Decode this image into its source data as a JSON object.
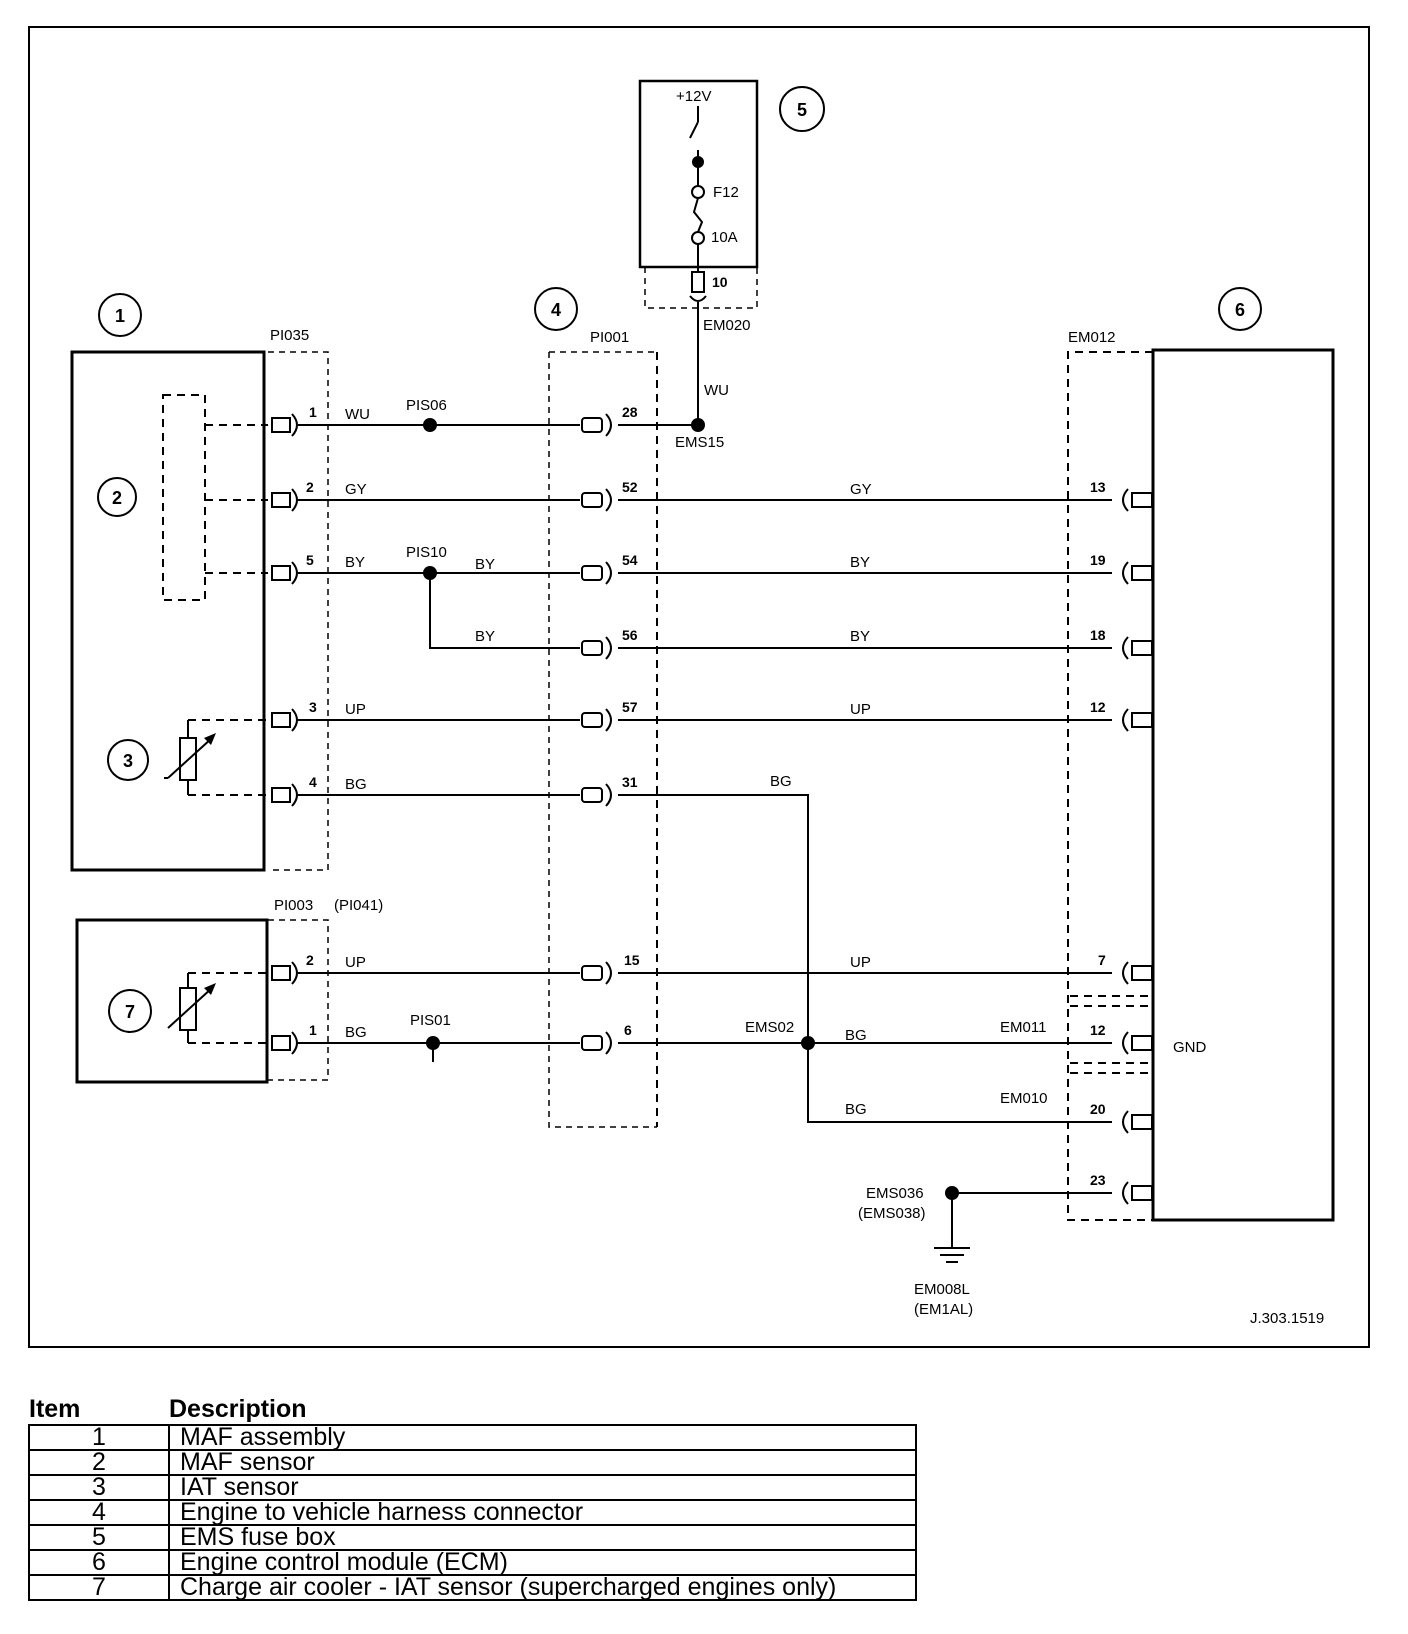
{
  "diagram": {
    "figure_id": "J.303.1519",
    "callouts": [
      "1",
      "2",
      "3",
      "4",
      "5",
      "6",
      "7"
    ],
    "connectors": {
      "pi035": "PI035",
      "pi001": "PI001",
      "pi003": "PI003",
      "pi003_alt": "(PI041)",
      "em012": "EM012",
      "em020": "EM020",
      "em011": "EM011",
      "em010": "EM010"
    },
    "fuse_box": {
      "supply": "+12V",
      "fuse": "F12",
      "rating": "10A",
      "pin": "10"
    },
    "splices": {
      "pis06": "PIS06",
      "pis10": "PIS10",
      "pis01": "PIS01",
      "ems15": "EMS15",
      "ems02": "EMS02",
      "ems036": "EMS036",
      "ems038": "(EMS038)"
    },
    "ground": {
      "name": "EM008L",
      "alt": "(EM1AL)"
    },
    "ecm_gnd": "GND",
    "wire_colors": {
      "wu": "WU",
      "gy": "GY",
      "by": "BY",
      "up": "UP",
      "bg": "BG"
    },
    "pins": {
      "pi035_1": "1",
      "pi035_2": "2",
      "pi035_5": "5",
      "pi035_3": "3",
      "pi035_4": "4",
      "pi003_2": "2",
      "pi003_1": "1",
      "pi001_28": "28",
      "pi001_52": "52",
      "pi001_54": "54",
      "pi001_56": "56",
      "pi001_57": "57",
      "pi001_31": "31",
      "pi001_15": "15",
      "pi001_6": "6",
      "ecm_13": "13",
      "ecm_19": "19",
      "ecm_18": "18",
      "ecm_12a": "12",
      "ecm_7": "7",
      "ecm_12b": "12",
      "ecm_20": "20",
      "ecm_23": "23"
    }
  },
  "legend": {
    "header_item": "Item",
    "header_desc": "Description",
    "rows": [
      {
        "item": "1",
        "desc": "MAF assembly"
      },
      {
        "item": "2",
        "desc": "MAF sensor"
      },
      {
        "item": "3",
        "desc": "IAT sensor"
      },
      {
        "item": "4",
        "desc": "Engine to vehicle harness connector"
      },
      {
        "item": "5",
        "desc": "EMS fuse box"
      },
      {
        "item": "6",
        "desc": "Engine control module (ECM)"
      },
      {
        "item": "7",
        "desc": "Charge air cooler - IAT sensor (supercharged engines only)"
      }
    ]
  }
}
